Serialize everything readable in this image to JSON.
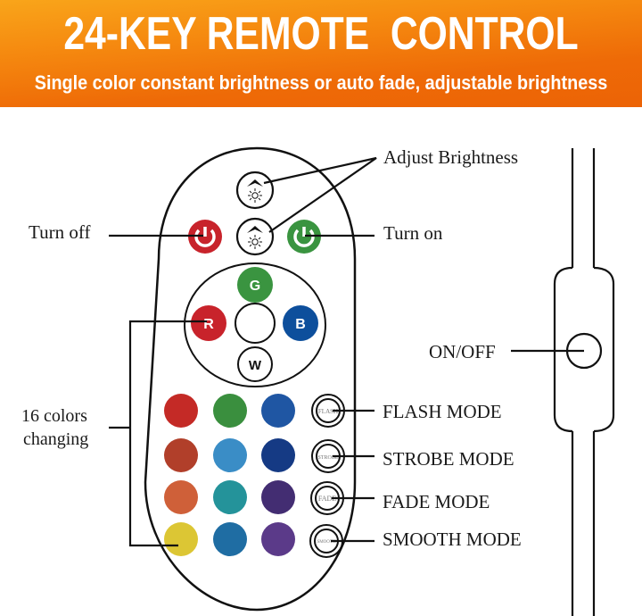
{
  "header": {
    "title": "24-KEY REMOTE  CONTROL",
    "subtitle": "Single color constant brightness or auto fade, adjustable brightness",
    "gradient_colors": [
      "#f9a51a",
      "#ec6306"
    ],
    "text_color": "#ffffff"
  },
  "callouts": {
    "adjust_brightness": "Adjust Brightness",
    "turn_off": "Turn off",
    "turn_on": "Turn on",
    "sixteen_colors_line1": "16 colors",
    "sixteen_colors_line2": "changing",
    "flash_mode": "FLASH MODE",
    "strobe_mode": "STROBE MODE",
    "fade_mode": "FADE MODE",
    "smooth_mode": "SMOOTH MODE",
    "on_off": "ON/OFF"
  },
  "remote": {
    "brightness_up_icon": "brightness-up-icon",
    "brightness_down_icon": "brightness-down-icon",
    "power_off_color": "#c8232b",
    "power_on_color": "#3a9440",
    "rgb_buttons": {
      "g": {
        "label": "G",
        "color": "#3a9440"
      },
      "r": {
        "label": "R",
        "color": "#c8232b"
      },
      "b": {
        "label": "B",
        "color": "#0d4f9c"
      },
      "w": {
        "label": "W",
        "color": "#ffffff"
      }
    },
    "color_grid": [
      [
        "#c42a26",
        "#3a8f3e",
        "#1f56a3"
      ],
      [
        "#b13f2a",
        "#3a8dc6",
        "#153a84"
      ],
      [
        "#cf6039",
        "#24939a",
        "#432d72"
      ],
      [
        "#dcc634",
        "#1f6da3",
        "#5b3a89"
      ]
    ],
    "mode_buttons": [
      "FLASH",
      "STROBE",
      "FADE",
      "SMOOTH"
    ]
  }
}
